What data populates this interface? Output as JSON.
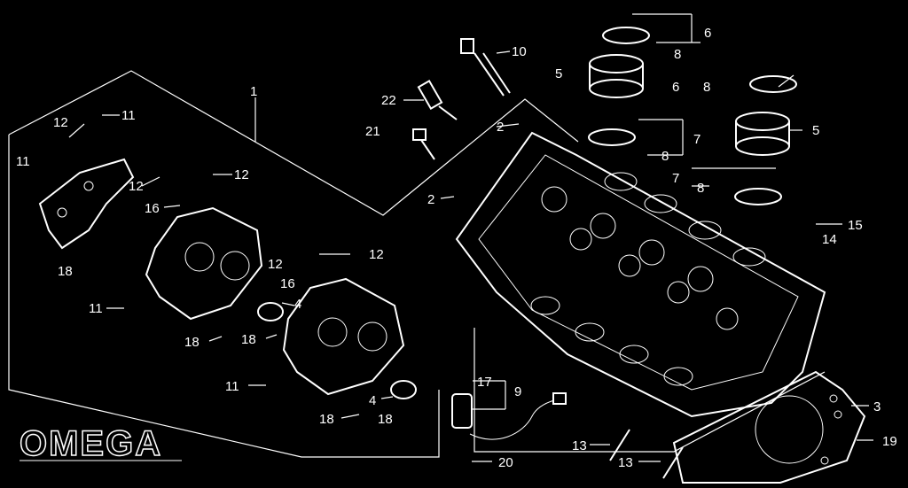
{
  "brand": {
    "logo_text": "OMEGA"
  },
  "callouts": {
    "c1": "1",
    "c2a": "2",
    "c2b": "2",
    "c3": "3",
    "c4a": "4",
    "c4b": "4",
    "c5a": "5",
    "c5b": "5",
    "c6a": "6",
    "c6b": "6",
    "c7a": "7",
    "c7b": "7",
    "c8a": "8",
    "c8b": "8",
    "c8c": "8",
    "c8d": "8",
    "c9": "9",
    "c10": "10",
    "c11a": "11",
    "c11b": "11",
    "c11c": "11",
    "c11d": "11",
    "c12a": "12",
    "c12b": "12",
    "c12c": "12",
    "c12d": "12",
    "c12e": "12",
    "c13a": "13",
    "c13b": "13",
    "c14": "14",
    "c15": "15",
    "c16a": "16",
    "c16b": "16",
    "c17": "17",
    "c18a": "18",
    "c18b": "18",
    "c18c": "18",
    "c18d": "18",
    "c19": "19",
    "c20": "20",
    "c21": "21",
    "c22": "22"
  }
}
